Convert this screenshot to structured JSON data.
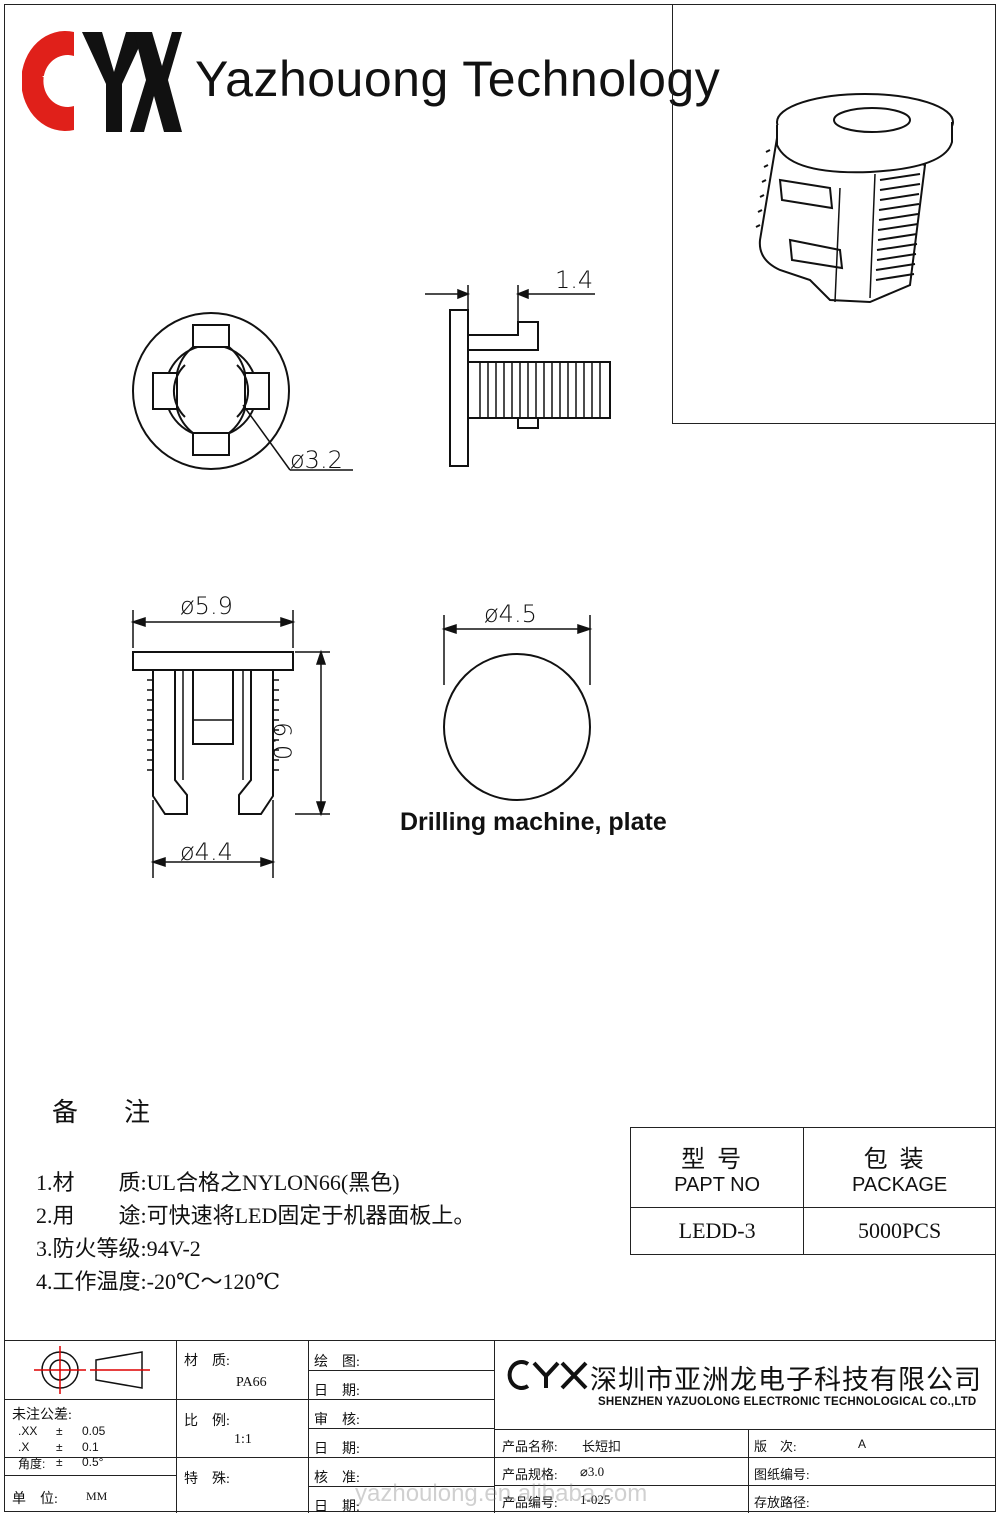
{
  "header": {
    "logo_text": "CYX",
    "company_title": "Yazhouong Technology"
  },
  "dimensions": {
    "flange_thickness": "1.4",
    "bore_diameter": "ø3.2",
    "flange_diameter": "ø5.9",
    "height": "6.0",
    "body_diameter": "ø4.4",
    "hole_diameter": "ø4.5"
  },
  "hole_caption": "Drilling machine, plate",
  "notes": {
    "title": "备注",
    "items": [
      "1.材　　质:UL合格之NYLON66(黑色)",
      "2.用　　途:可快速将LED固定于机器面板上。",
      "3.防火等级:94V-2",
      "4.工作温度:-20℃～120℃"
    ]
  },
  "parts_table": {
    "col1_cn": "型号",
    "col1_en": "PAPT NO",
    "col2_cn": "包装",
    "col2_en": "PACKAGE",
    "part_no": "LEDD-3",
    "package": "5000PCS"
  },
  "title_block": {
    "tolerance_title": "未注公差:",
    "tol_xx_label": ".XX",
    "tol_xx_value": "0.05",
    "tol_x_label": ".X",
    "tol_x_value": "0.1",
    "tol_angle_label": "角度:",
    "tol_angle_value": "0.5°",
    "plus_minus": "±",
    "unit_label": "单　位:",
    "unit_value": "MM",
    "material_label": "材　质:",
    "material_value": "PA66",
    "scale_label": "比　例:",
    "scale_value": "1:1",
    "special_label": "特　殊:",
    "drawn_label": "绘　图:",
    "date_label": "日　期:",
    "review_label": "审　核:",
    "approve_label": "核　准:",
    "logo_text": "CYX",
    "company_cn": "深圳市亚洲龙电子科技有限公司",
    "company_en": "SHENZHEN YAZUOLONG ELECTRONIC TECHNOLOGICAL CO.,LTD",
    "product_name_label": "产品名称:",
    "product_name_value": "长短扣",
    "product_spec_label": "产品规格:",
    "product_spec_value": "⌀3.0",
    "product_code_label": "产品编号:",
    "product_code_value": "1-025",
    "version_label": "版　次:",
    "version_value": "A",
    "drawing_no_label": "图纸编号:",
    "storage_label": "存放路径:"
  },
  "watermark": "yazhoulong.en.alibaba.com"
}
